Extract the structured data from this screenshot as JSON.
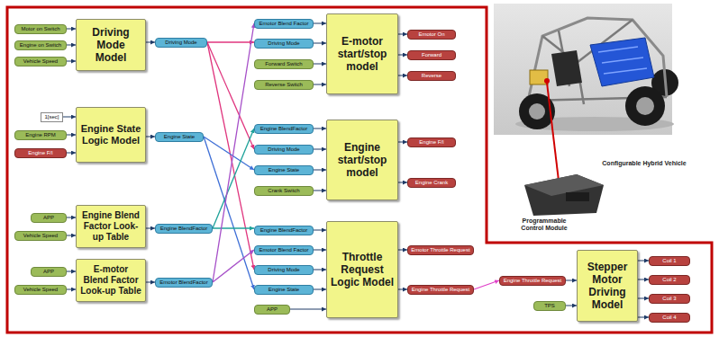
{
  "diagram": {
    "nodes": [
      {
        "text": [
          "Motor on Switch"
        ]
      },
      {
        "text": [
          "Engine on Switch"
        ]
      },
      {
        "text": [
          "Vehicle Speed"
        ]
      },
      {
        "text": [
          "Driving Mode Model"
        ]
      },
      {
        "text": [
          "Driving Mode"
        ]
      },
      {
        "text": [
          "1[sec]"
        ]
      },
      {
        "text": [
          "Engine RPM"
        ]
      },
      {
        "text": [
          "Engine F/I"
        ]
      },
      {
        "text": [
          "Engine State Logic Model"
        ]
      },
      {
        "text": [
          "Engine State"
        ]
      },
      {
        "text": [
          "APP"
        ]
      },
      {
        "text": [
          "Vehicle Speed"
        ]
      },
      {
        "text": [
          "Engine Blend Factor Look-up Table"
        ]
      },
      {
        "text": [
          "Engine BlendFactor"
        ]
      },
      {
        "text": [
          "APP"
        ]
      },
      {
        "text": [
          "Vehicle Speed"
        ]
      },
      {
        "text": [
          "E-motor Blend Factor Look-up Table"
        ]
      },
      {
        "text": [
          "Emotor BlendFactor"
        ]
      },
      {
        "text": [
          "Emotor Blend Factor"
        ]
      },
      {
        "text": [
          "Driving Mode"
        ]
      },
      {
        "text": [
          "Forward Switch"
        ]
      },
      {
        "text": [
          "Reverse Switch"
        ]
      },
      {
        "text": [
          "E-motor start/stop model"
        ]
      },
      {
        "text": [
          "Emotor On"
        ]
      },
      {
        "text": [
          "Forward"
        ]
      },
      {
        "text": [
          "Reverse"
        ]
      },
      {
        "text": [
          "Engine BlendFactor"
        ]
      },
      {
        "text": [
          "Driving Mode"
        ]
      },
      {
        "text": [
          "Engine State"
        ]
      },
      {
        "text": [
          "Crank Switch"
        ]
      },
      {
        "text": [
          "Engine start/stop model"
        ]
      },
      {
        "text": [
          "Engine F/I"
        ]
      },
      {
        "text": [
          "Engine Crank"
        ]
      },
      {
        "text": [
          "Engine BlendFactor"
        ]
      },
      {
        "text": [
          "Emotor Blend Factor"
        ]
      },
      {
        "text": [
          "Driving Mode"
        ]
      },
      {
        "text": [
          "Engine State"
        ]
      },
      {
        "text": [
          "APP"
        ]
      },
      {
        "text": [
          "Throttle Request Logic Model"
        ]
      },
      {
        "text": [
          "Emotor Throttle Request"
        ]
      },
      {
        "text": [
          "Engine Throttle Request"
        ]
      },
      {
        "text": [
          "Engine Throttle Request"
        ]
      },
      {
        "text": [
          "TPS"
        ]
      },
      {
        "text": [
          "Stepper Motor Driving Model"
        ]
      },
      {
        "text": [
          "Coil 1"
        ]
      },
      {
        "text": [
          "Coil 2"
        ]
      },
      {
        "text": [
          "Coil 3"
        ]
      },
      {
        "text": [
          "Coil 4"
        ]
      }
    ],
    "edges": [
      {
        "from": 0,
        "to": 3,
        "arrow": "to"
      },
      {
        "from": 1,
        "to": 3,
        "arrow": "to"
      },
      {
        "from": 2,
        "to": 3,
        "arrow": "to"
      },
      {
        "from": 3,
        "to": 4,
        "arrow": "to"
      },
      {
        "from": 5,
        "to": 8,
        "arrow": "to"
      },
      {
        "from": 6,
        "to": 8,
        "arrow": "to"
      },
      {
        "from": 7,
        "to": 8,
        "arrow": "to"
      },
      {
        "from": 8,
        "to": 9,
        "arrow": "to"
      },
      {
        "from": 10,
        "to": 12,
        "arrow": "to"
      },
      {
        "from": 11,
        "to": 12,
        "arrow": "to"
      },
      {
        "from": 12,
        "to": 13,
        "arrow": "to"
      },
      {
        "from": 14,
        "to": 16,
        "arrow": "to"
      },
      {
        "from": 15,
        "to": 16,
        "arrow": "to"
      },
      {
        "from": 16,
        "to": 17,
        "arrow": "to"
      },
      {
        "from": 4,
        "to": 19,
        "arrow": "to"
      },
      {
        "from": 4,
        "to": 27,
        "arrow": "to"
      },
      {
        "from": 4,
        "to": 35,
        "arrow": "to"
      },
      {
        "from": 9,
        "to": 28,
        "arrow": "to"
      },
      {
        "from": 9,
        "to": 36,
        "arrow": "to"
      },
      {
        "from": 13,
        "to": 26,
        "arrow": "to"
      },
      {
        "from": 13,
        "to": 33,
        "arrow": "to"
      },
      {
        "from": 17,
        "to": 18,
        "arrow": "to"
      },
      {
        "from": 17,
        "to": 34,
        "arrow": "to"
      },
      {
        "from": 18,
        "to": 22,
        "arrow": "to"
      },
      {
        "from": 19,
        "to": 22,
        "arrow": "to"
      },
      {
        "from": 20,
        "to": 22,
        "arrow": "to"
      },
      {
        "from": 21,
        "to": 22,
        "arrow": "to"
      },
      {
        "from": 22,
        "to": 23,
        "arrow": "to"
      },
      {
        "from": 22,
        "to": 24,
        "arrow": "to"
      },
      {
        "from": 22,
        "to": 25,
        "arrow": "to"
      },
      {
        "from": 26,
        "to": 30,
        "arrow": "to"
      },
      {
        "from": 27,
        "to": 30,
        "arrow": "to"
      },
      {
        "from": 28,
        "to": 30,
        "arrow": "to"
      },
      {
        "from": 29,
        "to": 30,
        "arrow": "to"
      },
      {
        "from": 30,
        "to": 31,
        "arrow": "to"
      },
      {
        "from": 30,
        "to": 32,
        "arrow": "to"
      },
      {
        "from": 33,
        "to": 38,
        "arrow": "to"
      },
      {
        "from": 34,
        "to": 38,
        "arrow": "to"
      },
      {
        "from": 35,
        "to": 38,
        "arrow": "to"
      },
      {
        "from": 36,
        "to": 38,
        "arrow": "to"
      },
      {
        "from": 37,
        "to": 38,
        "arrow": "to"
      },
      {
        "from": 38,
        "to": 39,
        "arrow": "to"
      },
      {
        "from": 38,
        "to": 40,
        "arrow": "to"
      },
      {
        "from": 40,
        "to": 41,
        "arrow": "to"
      },
      {
        "from": 41,
        "to": 43,
        "arrow": "to"
      },
      {
        "from": 42,
        "to": 43,
        "arrow": "to"
      },
      {
        "from": 43,
        "to": 44,
        "arrow": "to"
      },
      {
        "from": 43,
        "to": 45,
        "arrow": "to"
      },
      {
        "from": 43,
        "to": 46,
        "arrow": "to"
      },
      {
        "from": 43,
        "to": 47,
        "arrow": "to"
      }
    ],
    "labels": [
      "Configurable Hybrid Vehicle",
      "Programmable Control Module"
    ]
  }
}
